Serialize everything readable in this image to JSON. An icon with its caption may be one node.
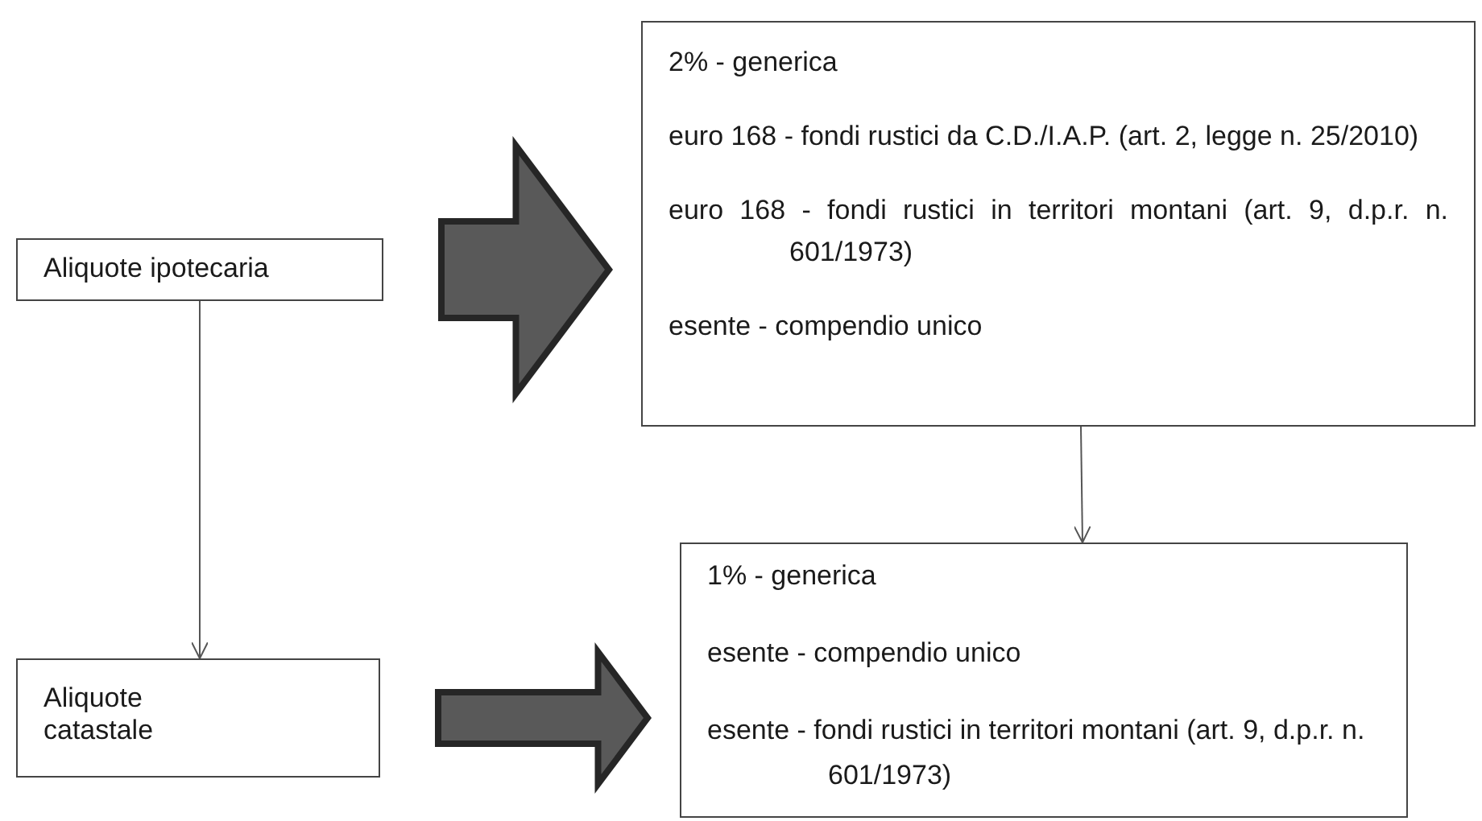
{
  "diagram": {
    "nodes": [
      {
        "text": [
          "Aliquote ipotecaria"
        ]
      },
      {
        "text": [
          "2% - generica",
          "euro 168 - fondi rustici da C.D./I.A.P. (art. 2, legge n. 25/2010)",
          "euro 168 - fondi rustici in territori montani (art. 9, d.p.r. n. 601/1973)",
          "esente - compendio unico"
        ]
      },
      {
        "text": [
          "Aliquote catastale"
        ]
      },
      {
        "text": [
          "1% - generica",
          "esente - compendio unico",
          "esente - fondi rustici in territori  montani (art. 9, d.p.r. n. 601/1973)"
        ]
      }
    ],
    "edges": [
      {
        "from": 0,
        "to": 1,
        "arrow": "to",
        "style": "thick",
        "color": "#595959"
      },
      {
        "from": 0,
        "to": 2,
        "arrow": "to"
      },
      {
        "from": 1,
        "to": 3,
        "arrow": "to"
      },
      {
        "from": 2,
        "to": 3,
        "arrow": "to",
        "style": "thick",
        "color": "#595959"
      }
    ]
  }
}
